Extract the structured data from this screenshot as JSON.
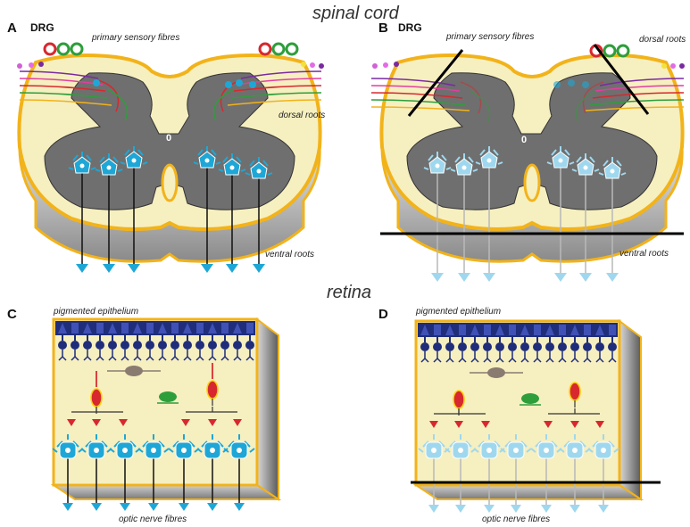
{
  "titles": {
    "spinal_cord": "spinal cord",
    "retina": "retina"
  },
  "panels": {
    "A": {
      "letter": "A",
      "drg": "DRG",
      "primary_sensory": "primary sensory fibres",
      "dorsal_roots": "dorsal roots",
      "ventral_roots": "ventral roots",
      "center": "0"
    },
    "B": {
      "letter": "B",
      "drg": "DRG",
      "primary_sensory": "primary sensory fibres",
      "dorsal_roots": "dorsal roots",
      "ventral_roots": "ventral roots",
      "center": "0"
    },
    "C": {
      "letter": "C",
      "epithelium": "pigmented epithelium",
      "optic": "optic nerve fibres"
    },
    "D": {
      "letter": "D",
      "epithelium": "pigmented epithelium",
      "optic": "optic nerve fibres"
    }
  },
  "colors": {
    "white_matter": "#f6efc0",
    "outline": "#f2b31a",
    "grey_matter": "#6f6f6f",
    "motor_neuron": "#1ea7d6",
    "motor_neuron_faded": "#9fd8ee",
    "photoreceptor": "#1f2d7a",
    "bipolar": "#d7282f",
    "amacrine": "#2e9e3b",
    "horizontal": "#8a7b70",
    "cut_line": "#000000"
  }
}
